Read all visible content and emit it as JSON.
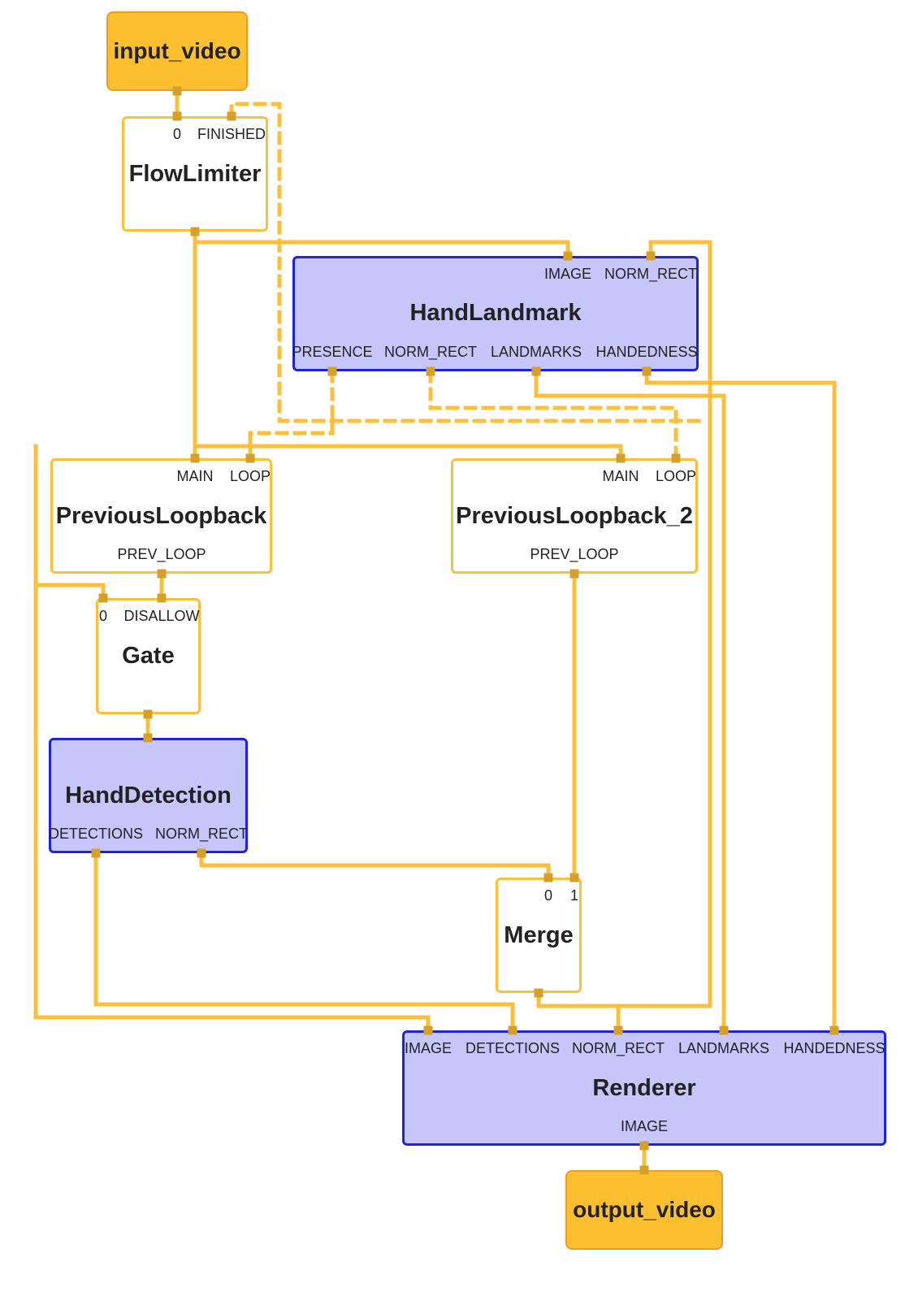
{
  "diagram": {
    "nodes": [
      {
        "id": "input_video",
        "title": "input_video",
        "kind": "io",
        "inputs": [],
        "outputs": [
          ""
        ]
      },
      {
        "id": "flow_limiter",
        "title": "FlowLimiter",
        "kind": "calculator",
        "inputs": [
          "0",
          "FINISHED"
        ],
        "outputs": [
          ""
        ]
      },
      {
        "id": "hand_landmark",
        "title": "HandLandmark",
        "kind": "subgraph",
        "inputs": [
          "IMAGE",
          "NORM_RECT"
        ],
        "outputs": [
          "PRESENCE",
          "NORM_RECT",
          "LANDMARKS",
          "HANDEDNESS"
        ]
      },
      {
        "id": "previous_loopback",
        "title": "PreviousLoopback",
        "kind": "calculator",
        "inputs": [
          "MAIN",
          "LOOP"
        ],
        "outputs": [
          "PREV_LOOP"
        ]
      },
      {
        "id": "previous_loopback_2",
        "title": "PreviousLoopback_2",
        "kind": "calculator",
        "inputs": [
          "MAIN",
          "LOOP"
        ],
        "outputs": [
          "PREV_LOOP"
        ]
      },
      {
        "id": "gate",
        "title": "Gate",
        "kind": "calculator",
        "inputs": [
          "0",
          "DISALLOW"
        ],
        "outputs": [
          ""
        ]
      },
      {
        "id": "hand_detection",
        "title": "HandDetection",
        "kind": "subgraph",
        "inputs": [
          ""
        ],
        "outputs": [
          "DETECTIONS",
          "NORM_RECT"
        ]
      },
      {
        "id": "merge",
        "title": "Merge",
        "kind": "calculator",
        "inputs": [
          "0",
          "1"
        ],
        "outputs": [
          ""
        ]
      },
      {
        "id": "renderer",
        "title": "Renderer",
        "kind": "subgraph",
        "inputs": [
          "IMAGE",
          "DETECTIONS",
          "NORM_RECT",
          "LANDMARKS",
          "HANDEDNESS"
        ],
        "outputs": [
          "IMAGE"
        ]
      },
      {
        "id": "output_video",
        "title": "output_video",
        "kind": "io",
        "inputs": [
          ""
        ],
        "outputs": []
      }
    ],
    "edges": [
      {
        "from": "input_video.out.0",
        "to": "flow_limiter.in.0",
        "style": "solid"
      },
      {
        "from": "flow_limiter.out.0",
        "to": "hand_landmark.in.IMAGE",
        "style": "solid"
      },
      {
        "from": "flow_limiter.out.0",
        "to": "previous_loopback.in.MAIN",
        "style": "solid"
      },
      {
        "from": "flow_limiter.out.0",
        "to": "previous_loopback_2.in.MAIN",
        "style": "solid"
      },
      {
        "from": "flow_limiter.out.0",
        "to": "gate.in.0",
        "style": "solid"
      },
      {
        "from": "flow_limiter.out.0",
        "to": "renderer.in.IMAGE",
        "style": "solid"
      },
      {
        "from": "renderer.out.IMAGE",
        "to": "flow_limiter.in.FINISHED",
        "style": "dashed"
      },
      {
        "from": "hand_landmark.out.PRESENCE",
        "to": "previous_loopback.in.LOOP",
        "style": "dashed"
      },
      {
        "from": "hand_landmark.out.NORM_RECT",
        "to": "previous_loopback_2.in.LOOP",
        "style": "dashed"
      },
      {
        "from": "hand_landmark.out.LANDMARKS",
        "to": "renderer.in.LANDMARKS",
        "style": "solid"
      },
      {
        "from": "hand_landmark.out.HANDEDNESS",
        "to": "renderer.in.HANDEDNESS",
        "style": "solid"
      },
      {
        "from": "previous_loopback.out.PREV_LOOP",
        "to": "gate.in.DISALLOW",
        "style": "solid"
      },
      {
        "from": "previous_loopback_2.out.PREV_LOOP",
        "to": "merge.in.1",
        "style": "solid"
      },
      {
        "from": "gate.out.0",
        "to": "hand_detection.in.0",
        "style": "solid"
      },
      {
        "from": "hand_detection.out.DETECTIONS",
        "to": "renderer.in.DETECTIONS",
        "style": "solid"
      },
      {
        "from": "hand_detection.out.NORM_RECT",
        "to": "merge.in.0",
        "style": "solid"
      },
      {
        "from": "merge.out.0",
        "to": "hand_landmark.in.NORM_RECT",
        "style": "solid"
      },
      {
        "from": "merge.out.0",
        "to": "renderer.in.NORM_RECT",
        "style": "solid"
      },
      {
        "from": "renderer.out.IMAGE",
        "to": "output_video.in.0",
        "style": "solid"
      }
    ]
  },
  "colors": {
    "edge": "#fbbf3c",
    "port": "#d4a02a",
    "calculator_border": "#fbbf3c",
    "subgraph_fill": "#c6c6fb",
    "subgraph_border": "#2222dd",
    "io_fill": "#fbbf2f",
    "io_border": "#f29a26",
    "text": "#222222"
  }
}
